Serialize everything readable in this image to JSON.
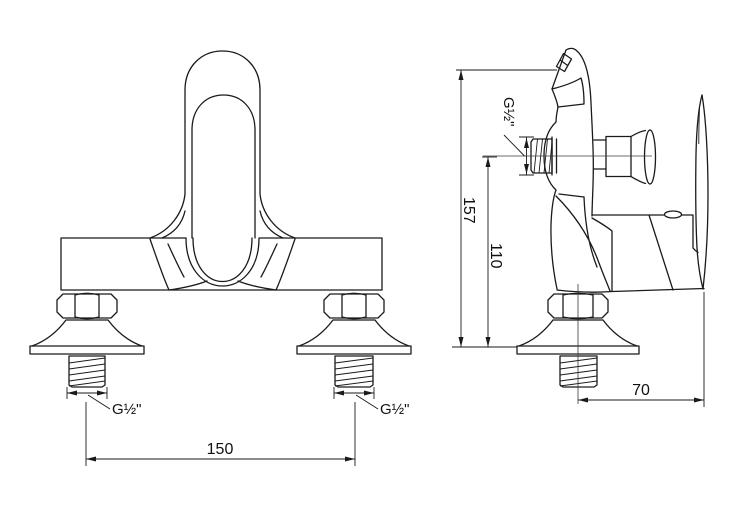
{
  "page": {
    "background": "#ffffff",
    "line_color": "#1a1a1a",
    "text_color": "#111111"
  },
  "drawing": {
    "type": "technical-dimension-drawing",
    "subject": "wall-mounted bath mixer faucet, front and side views",
    "front_view": {
      "thread_label_left": "G½\"",
      "thread_label_right": "G½\"",
      "center_distance_dim": "150"
    },
    "side_view": {
      "outlet_thread_label": "G½\"",
      "total_height_dim": "157",
      "outlet_height_dim": "110",
      "depth_dim": "70"
    }
  }
}
